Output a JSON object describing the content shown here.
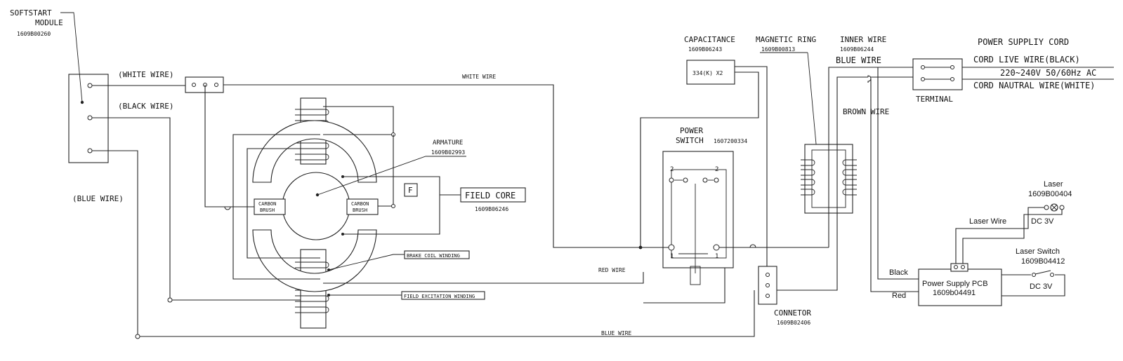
{
  "labels": {
    "softstart_1": "SOFTSTART",
    "softstart_2": "MODULE",
    "softstart_code": "1609B00260",
    "white_wire_paren": "(WHITE WIRE)",
    "black_wire_paren": "(BLACK WIRE)",
    "blue_wire_paren": "(BLUE WIRE)",
    "white_wire": "WHITE WIRE",
    "red_wire": "RED WIRE",
    "blue_wire_bottom": "BLUE WIRE",
    "armature": "ARMATURE",
    "armature_code": "1609B02993",
    "carbon_brush_1": "CARBON",
    "carbon_brush_2": "BRUSH",
    "field_core": "FIELD CORE",
    "field_core_code": "1609B06246",
    "field_f": "F",
    "brake_coil": "BRAKE COIL WINDING",
    "field_excitation": "FIELD EXCITATION WINDING",
    "capacitance": "CAPACITANCE",
    "capacitance_code": "1609B06243",
    "capacitor_value": "334(K) X2",
    "magnetic_ring": "MAGNETIC RING",
    "magnetic_ring_code": "1609B00813",
    "inner_wire": "INNER WIRE",
    "inner_wire_code": "1609B06244",
    "blue_wire_top": "BLUE WIRE",
    "brown_wire": "BROWN WIRE",
    "power_switch_1": "POWER",
    "power_switch_2": "SWITCH",
    "power_switch_code": "1607200334",
    "switch_pin_2": "2",
    "switch_pin_1": "1",
    "connector": "CONNETOR",
    "connector_code": "1609B02406",
    "terminal": "TERMINAL",
    "power_cord": "POWER SUPPLIY CORD",
    "cord_live": "CORD LIVE WIRE(BLACK)",
    "voltage": "220~240V 50/60Hz AC",
    "cord_neutral": "CORD NAUTRAL WIRE(WHITE)",
    "laser": "Laser",
    "laser_code": "1609B00404",
    "laser_wire": "Laser Wire",
    "dc_3v": "DC 3V",
    "laser_switch": "Laser Switch",
    "laser_switch_code": "1609B04412",
    "pcb_1": "Power Supply PCB",
    "pcb_2": "1609b04491",
    "black": "Black",
    "red": "Red"
  }
}
